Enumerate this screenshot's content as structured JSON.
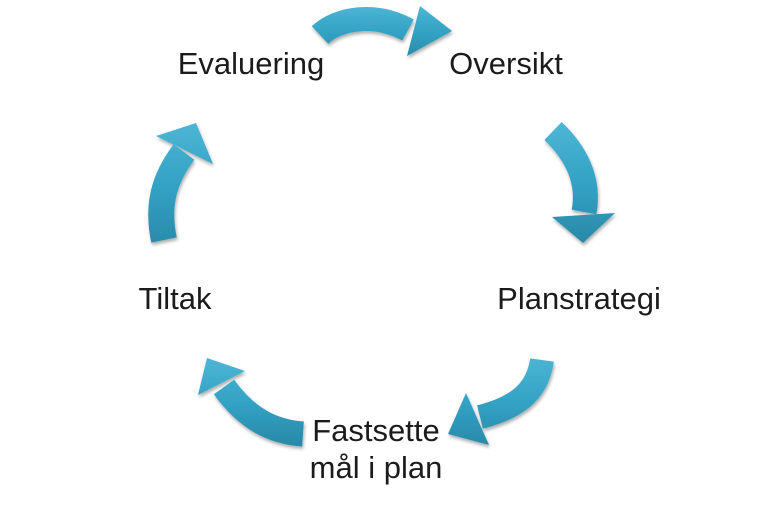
{
  "diagram": {
    "type": "cycle",
    "direction": "clockwise",
    "background_color": "#ffffff",
    "text_color": "#1b1b1b",
    "arrow_color_light": "#4fb7d6",
    "arrow_color_mid": "#31a0c2",
    "arrow_color_dark": "#2a87a6",
    "nodes": [
      {
        "id": "evaluering",
        "label": "Evaluering"
      },
      {
        "id": "oversikt",
        "label": "Oversikt"
      },
      {
        "id": "planstrategi",
        "label": "Planstrategi"
      },
      {
        "id": "fastsette-mal-i-plan",
        "label": "Fastsette mål i plan",
        "lines": [
          "Fastsette",
          "mål i plan"
        ]
      },
      {
        "id": "tiltak",
        "label": "Tiltak"
      }
    ],
    "arrows": [
      {
        "from": "evaluering",
        "to": "oversikt",
        "position": "top"
      },
      {
        "from": "oversikt",
        "to": "planstrategi",
        "position": "right"
      },
      {
        "from": "planstrategi",
        "to": "fastsette-mal-i-plan",
        "position": "bottom-right"
      },
      {
        "from": "fastsette-mal-i-plan",
        "to": "tiltak",
        "position": "bottom-left"
      },
      {
        "from": "tiltak",
        "to": "evaluering",
        "position": "left"
      }
    ]
  }
}
